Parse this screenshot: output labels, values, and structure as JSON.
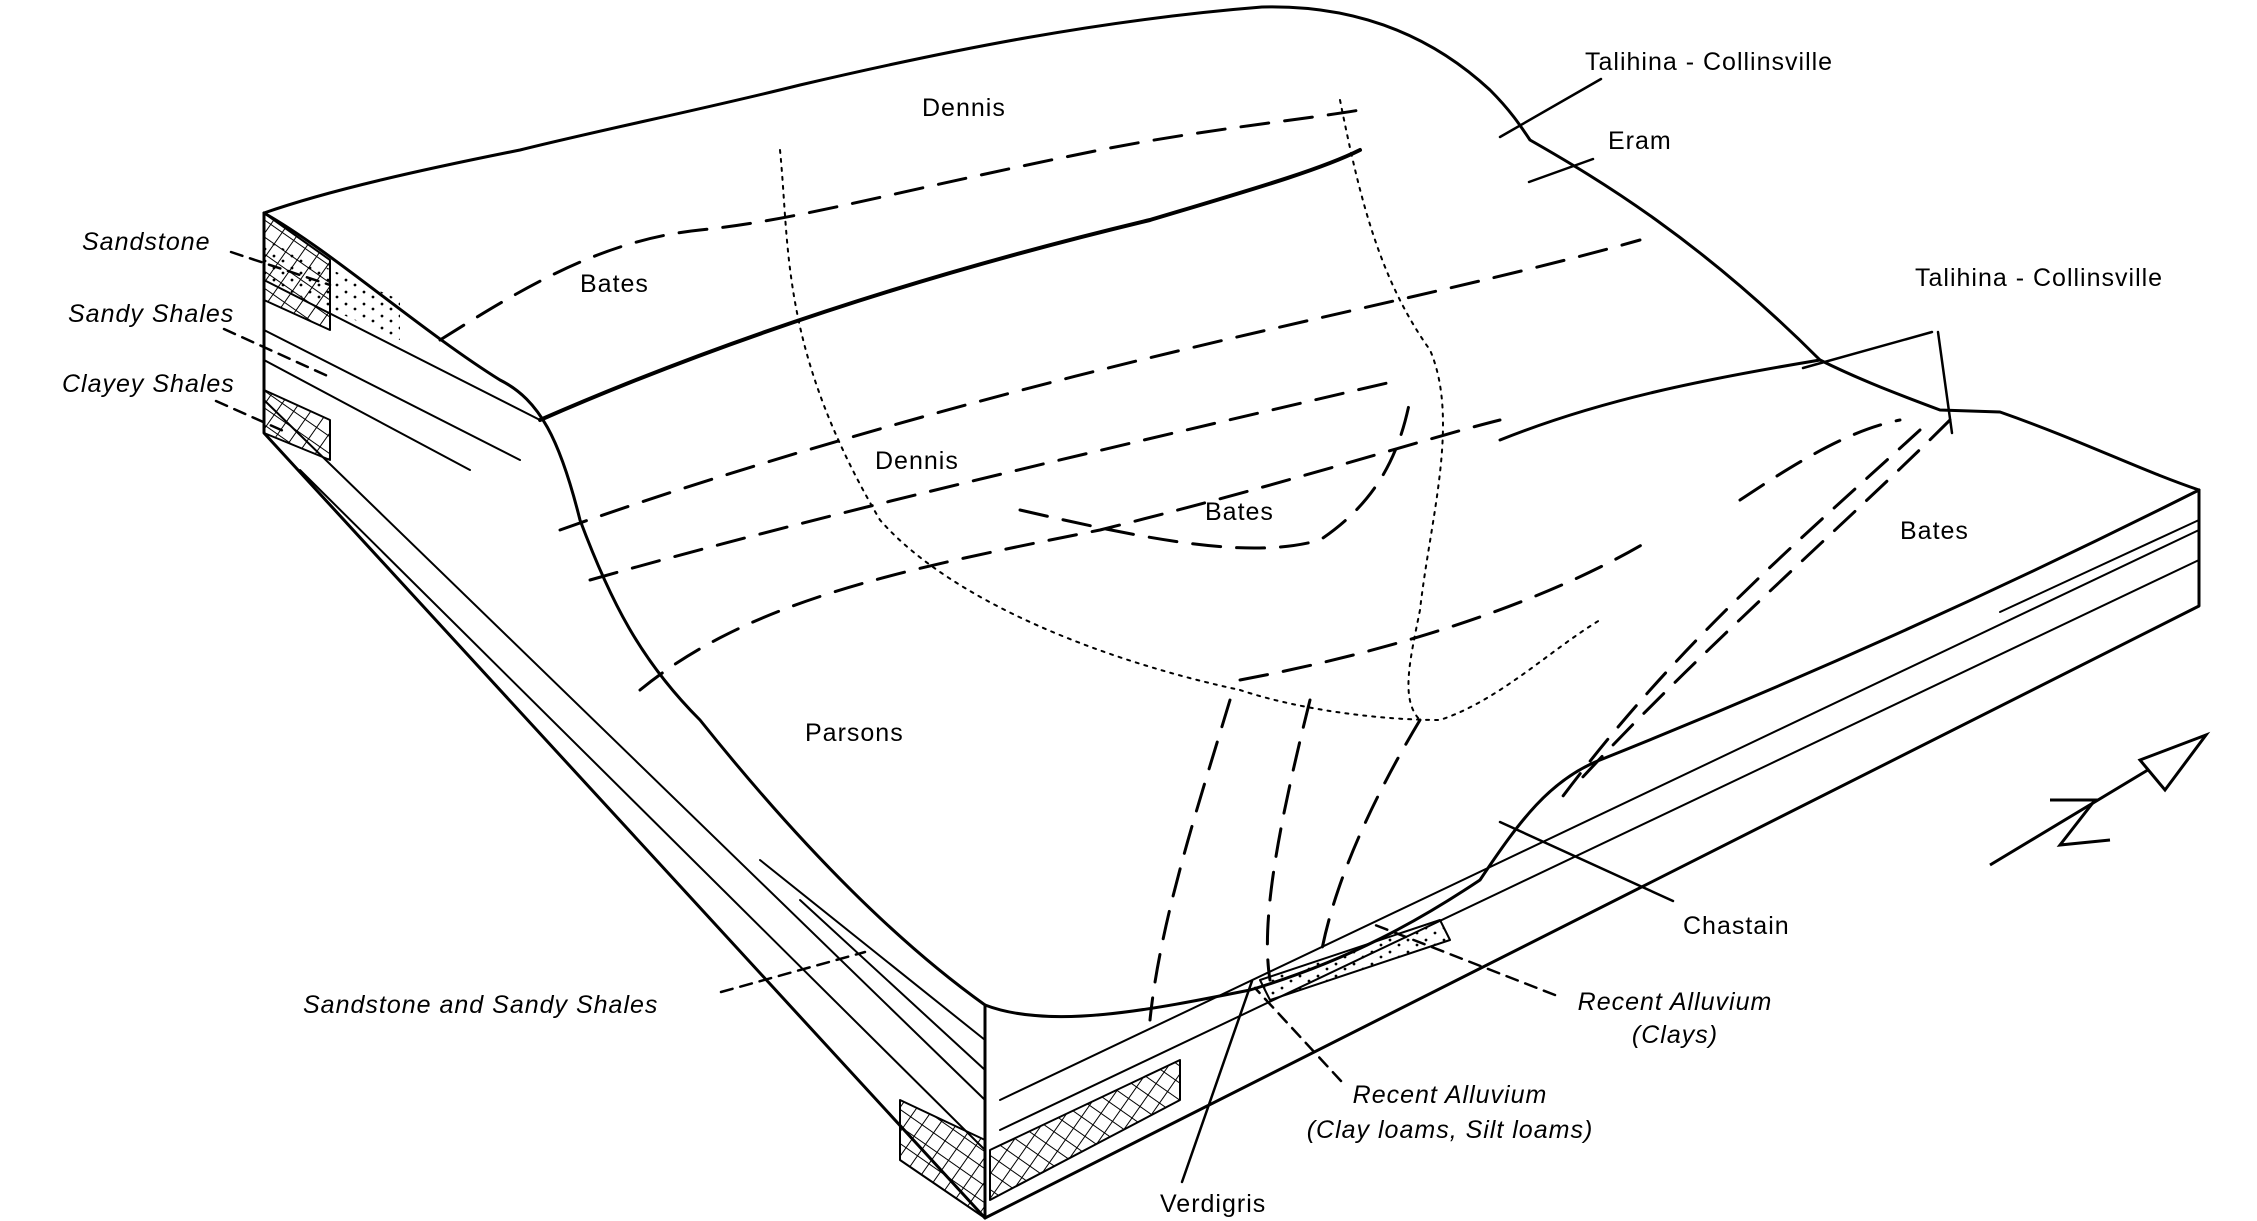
{
  "title": "Block diagram of soils and underlying rocks",
  "soils": {
    "dennis_top": "Dennis",
    "dennis_mid": "Dennis",
    "bates_left": "Bates",
    "bates_mid": "Bates",
    "bates_right": "Bates",
    "parsons": "Parsons",
    "chastain": "Chastain",
    "eram": "Eram",
    "talihina_top": "Talihina - Collinsville",
    "talihina_right": "Talihina - Collinsville",
    "verdigris": "Verdigris",
    "recent_alluvium_clays": "Recent Alluvium",
    "recent_alluvium_clays_sub": "(Clays)",
    "recent_alluvium_loams": "Recent Alluvium",
    "recent_alluvium_loams_sub": "(Clay loams, Silt loams)"
  },
  "rocks": {
    "sandstone": "Sandstone",
    "sandy_shales": "Sandy Shales",
    "clayey_shales": "Clayey Shales",
    "sandstone_and_sandy_shales": "Sandstone and Sandy Shales"
  },
  "north_arrow": "N"
}
